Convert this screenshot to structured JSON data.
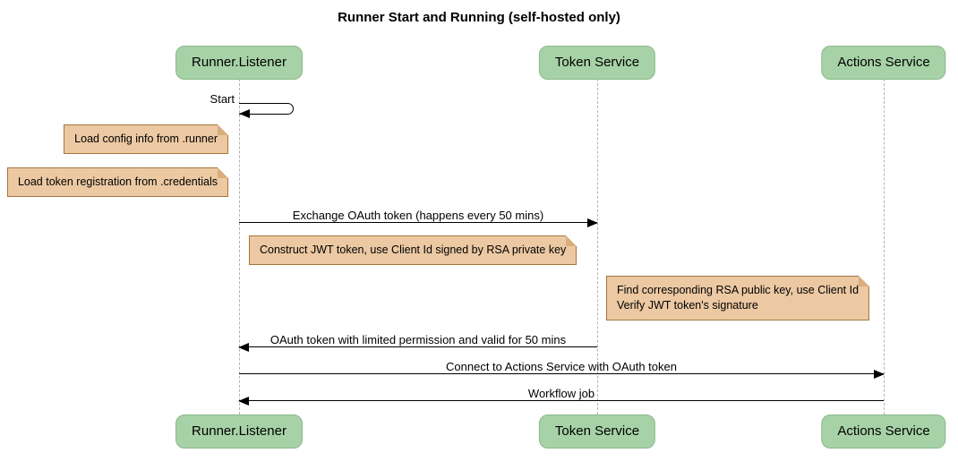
{
  "title": "Runner Start and Running (self-hosted only)",
  "colors": {
    "participant_fill": "#a7d2a7",
    "participant_border": "#8bb88b",
    "note_fill": "#ecc9a3",
    "note_border": "#a5763c",
    "lifeline": "#b3b3b3",
    "message_line": "#000000"
  },
  "participants": [
    {
      "label": "Runner.Listener"
    },
    {
      "label": "Token Service"
    },
    {
      "label": "Actions Service"
    }
  ],
  "self_message": {
    "label": "Start",
    "on": "Runner.Listener"
  },
  "notes": [
    {
      "text": "Load config info from .runner",
      "anchor": "left of Runner.Listener"
    },
    {
      "text": "Load token registration from .credentials",
      "anchor": "left of Runner.Listener"
    },
    {
      "text": "Construct JWT token, use Client Id signed by RSA private key",
      "anchor": "between Runner.Listener and Token Service"
    },
    {
      "line1": "Find corresponding RSA public key, use Client Id",
      "line2": "Verify JWT token's signature",
      "anchor": "between Token Service and Actions Service"
    }
  ],
  "messages": [
    {
      "label": "Exchange OAuth token (happens every 50 mins)",
      "from": "Runner.Listener",
      "to": "Token Service",
      "direction": "right"
    },
    {
      "label": "OAuth token with limited permission and valid for 50 mins",
      "from": "Token Service",
      "to": "Runner.Listener",
      "direction": "left"
    },
    {
      "label": "Connect to Actions Service with OAuth token",
      "from": "Runner.Listener",
      "to": "Actions Service",
      "direction": "right"
    },
    {
      "label": "Workflow job",
      "from": "Actions Service",
      "to": "Runner.Listener",
      "direction": "left"
    }
  ]
}
